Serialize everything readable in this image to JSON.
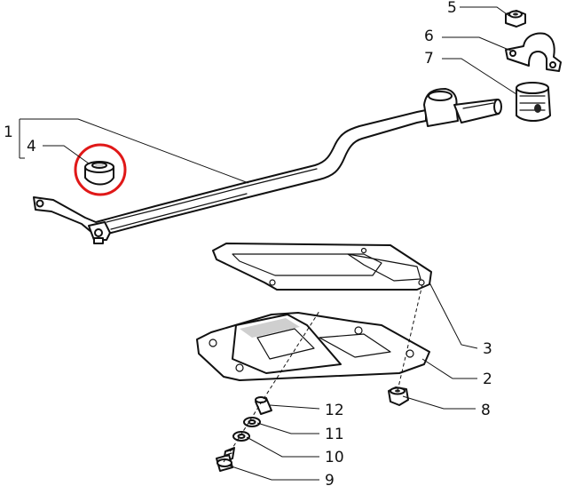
{
  "callouts": [
    {
      "id": "1",
      "text": "1"
    },
    {
      "id": "2",
      "text": "2"
    },
    {
      "id": "3",
      "text": "3"
    },
    {
      "id": "4",
      "text": "4"
    },
    {
      "id": "5",
      "text": "5"
    },
    {
      "id": "6",
      "text": "6"
    },
    {
      "id": "7",
      "text": "7"
    },
    {
      "id": "8",
      "text": "8"
    },
    {
      "id": "9",
      "text": "9"
    },
    {
      "id": "10",
      "text": "10"
    },
    {
      "id": "11",
      "text": "11"
    },
    {
      "id": "12",
      "text": "12"
    }
  ],
  "highlight": {
    "part": "4",
    "color": "#e01818"
  }
}
